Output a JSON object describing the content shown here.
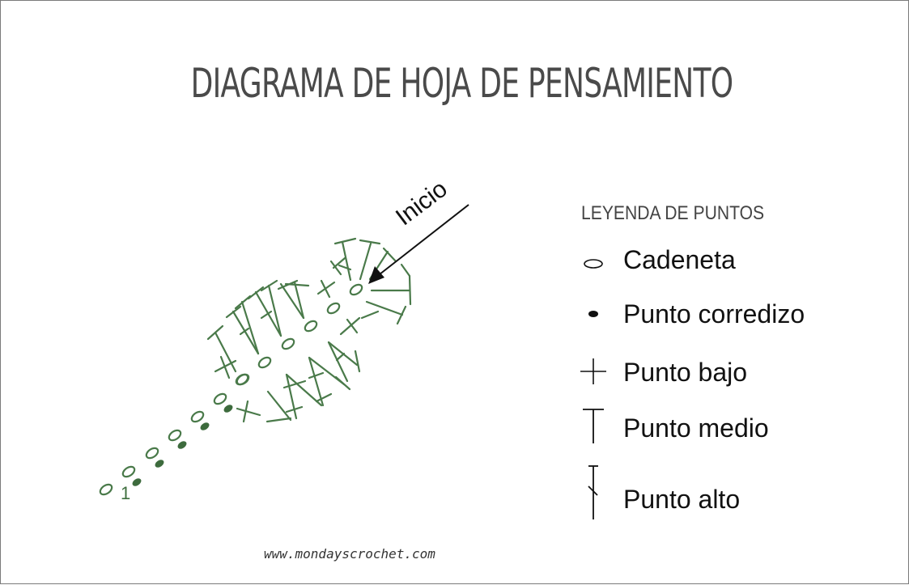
{
  "title": "DIAGRAMA DE HOJA DE PENSAMIENTO",
  "diagram": {
    "start_label": "Inicio",
    "row_number": "1",
    "stitch_color": "#4a7a4a",
    "slip_color": "#3d6b3d",
    "arrow_color": "#111111"
  },
  "legend": {
    "title": "LEYENDA DE PUNTOS",
    "items": [
      {
        "icon": "chain-oval-icon",
        "label": "Cadeneta"
      },
      {
        "icon": "slip-stitch-dot-icon",
        "label": "Punto corredizo"
      },
      {
        "icon": "single-crochet-plus-icon",
        "label": "Punto bajo"
      },
      {
        "icon": "half-double-crochet-t-icon",
        "label": "Punto medio"
      },
      {
        "icon": "double-crochet-slashed-t-icon",
        "label": "Punto alto"
      }
    ]
  },
  "footer": {
    "website": "www.mondayscrochet.com"
  },
  "colors": {
    "title": "#4a4a4a",
    "legend_text": "#111111",
    "border": "#7a7a7a",
    "stitch_green": "#4a7a4a"
  }
}
